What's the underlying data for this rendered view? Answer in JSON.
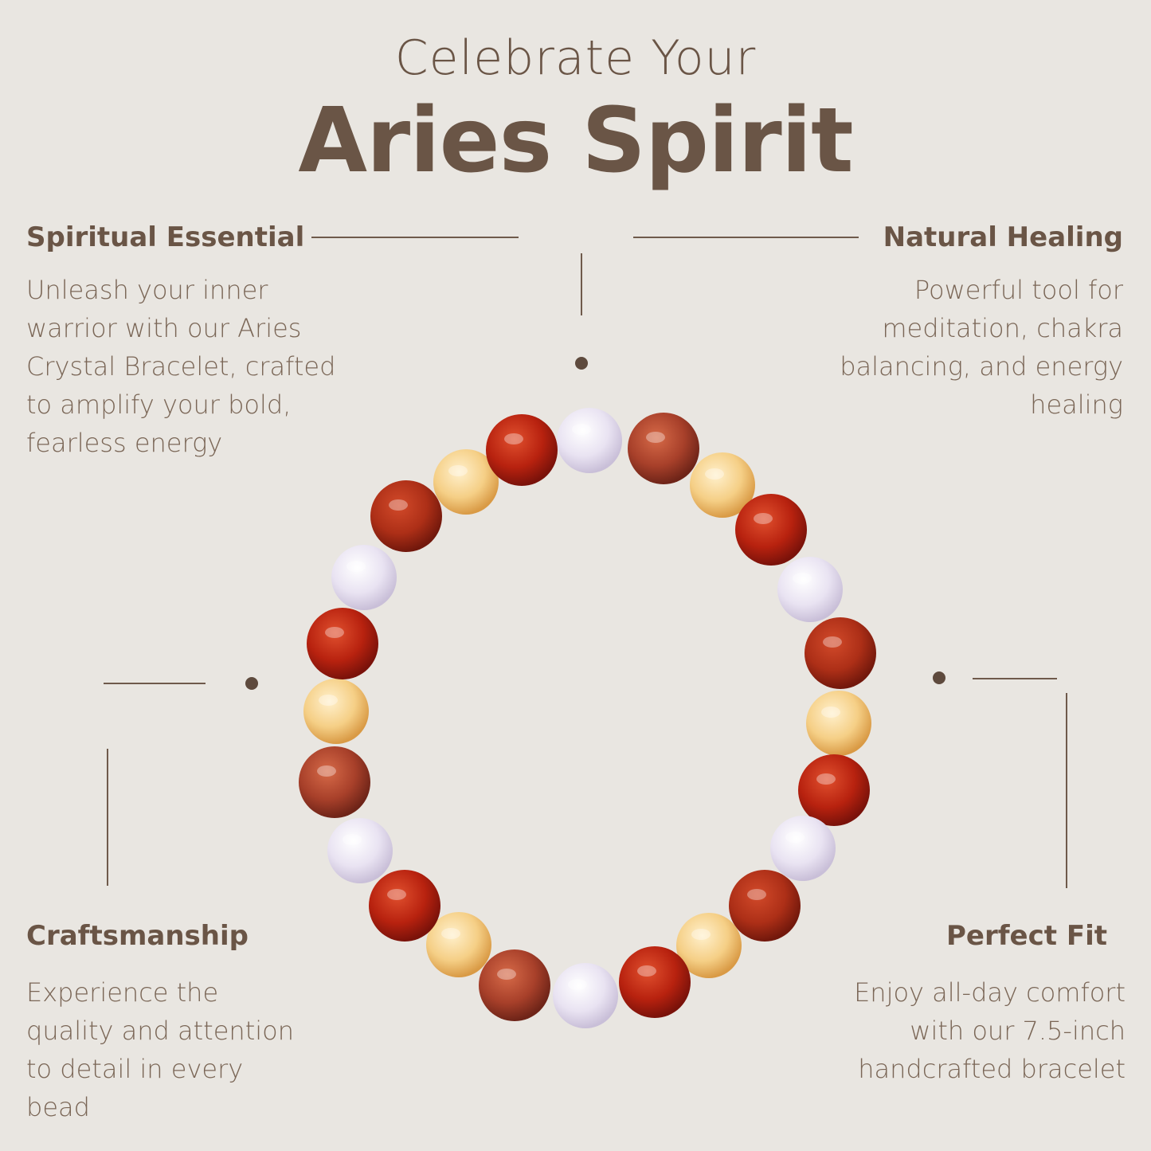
{
  "title": {
    "line1": "Celebrate Your",
    "line2": "Aries Spirit"
  },
  "features": [
    {
      "heading": "Spiritual Essential",
      "text": "Unleash your inner warrior with our Aries Crystal Bracelet, crafted to amplify your bold, fearless energy"
    },
    {
      "heading": "Natural Healing",
      "text": "Powerful tool for meditation, chakra balancing, and energy healing"
    },
    {
      "heading": "Craftsmanship",
      "text": "Experience the quality and attention to detail in every bead"
    },
    {
      "heading": "Perfect Fit",
      "text": "Enjoy all-day comfort with our 7.5-inch handcrafted bracelet"
    }
  ],
  "colors": {
    "text": "#6a5546",
    "background": "#e9e6e1",
    "carnelian": "#b8220f",
    "citrine": "#f2c87a",
    "lavender": "#e6e0ef",
    "jasper": "#a8402a"
  }
}
